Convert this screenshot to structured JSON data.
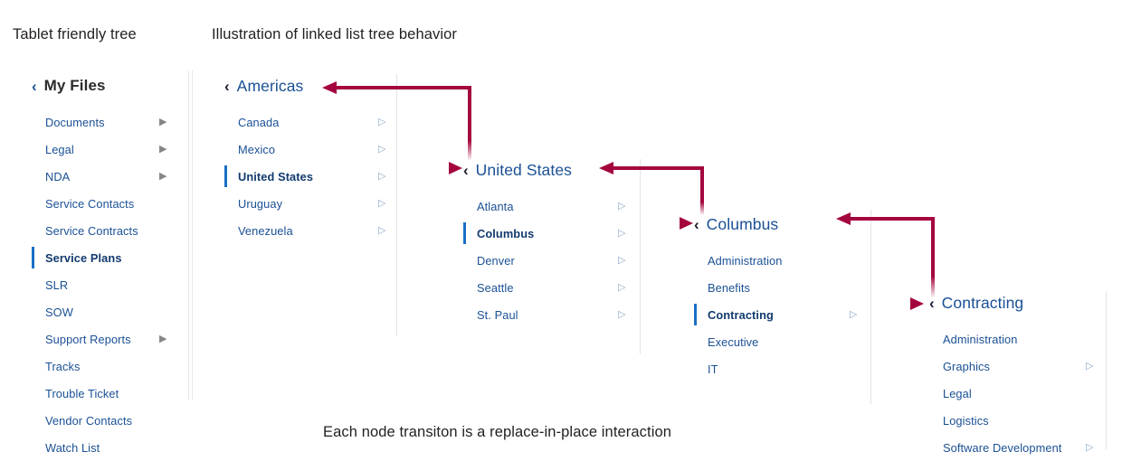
{
  "headings": {
    "left": "Tablet friendly tree",
    "right": "Illustration of linked list tree behavior",
    "bottom": "Each node transiton is a replace-in-place interaction"
  },
  "colors": {
    "link_blue": "#1a5095",
    "selection_bar": "#1a6fc4",
    "arrow_crimson": "#a5053f",
    "divider": "#dfe5ea",
    "heading_dark": "#231f20"
  },
  "icons": {
    "back_chevron": "‹",
    "disclosure_outline": "▷",
    "disclosure_solid": "▶"
  },
  "columns": [
    {
      "id": "my-files",
      "header": "My Files",
      "header_style": "dark",
      "items": [
        {
          "label": "Documents",
          "chevron": "solid",
          "selected": false
        },
        {
          "label": "Legal",
          "chevron": "solid",
          "selected": false
        },
        {
          "label": "NDA",
          "chevron": "solid",
          "selected": false
        },
        {
          "label": "Service Contacts",
          "chevron": "none",
          "selected": false
        },
        {
          "label": "Service Contracts",
          "chevron": "none",
          "selected": false
        },
        {
          "label": "Service Plans",
          "chevron": "none",
          "selected": true
        },
        {
          "label": "SLR",
          "chevron": "none",
          "selected": false
        },
        {
          "label": "SOW",
          "chevron": "none",
          "selected": false
        },
        {
          "label": "Support Reports",
          "chevron": "solid",
          "selected": false
        },
        {
          "label": "Tracks",
          "chevron": "none",
          "selected": false
        },
        {
          "label": "Trouble Ticket",
          "chevron": "none",
          "selected": false
        },
        {
          "label": "Vendor Contacts",
          "chevron": "none",
          "selected": false
        },
        {
          "label": "Watch List",
          "chevron": "none",
          "selected": false
        }
      ]
    },
    {
      "id": "americas",
      "header": "Americas",
      "header_style": "link",
      "items": [
        {
          "label": "Canada",
          "chevron": "outline",
          "selected": false
        },
        {
          "label": "Mexico",
          "chevron": "outline",
          "selected": false
        },
        {
          "label": "United States",
          "chevron": "outline",
          "selected": true
        },
        {
          "label": "Uruguay",
          "chevron": "outline",
          "selected": false
        },
        {
          "label": "Venezuela",
          "chevron": "outline",
          "selected": false
        }
      ]
    },
    {
      "id": "united-states",
      "header": "United States",
      "header_style": "link",
      "items": [
        {
          "label": "Atlanta",
          "chevron": "outline",
          "selected": false
        },
        {
          "label": "Columbus",
          "chevron": "outline",
          "selected": true
        },
        {
          "label": "Denver",
          "chevron": "outline",
          "selected": false
        },
        {
          "label": "Seattle",
          "chevron": "outline",
          "selected": false
        },
        {
          "label": "St. Paul",
          "chevron": "outline",
          "selected": false
        }
      ]
    },
    {
      "id": "columbus",
      "header": "Columbus",
      "header_style": "link",
      "items": [
        {
          "label": "Administration",
          "chevron": "none",
          "selected": false
        },
        {
          "label": "Benefits",
          "chevron": "none",
          "selected": false
        },
        {
          "label": "Contracting",
          "chevron": "outline",
          "selected": true
        },
        {
          "label": "Executive",
          "chevron": "none",
          "selected": false
        },
        {
          "label": "IT",
          "chevron": "none",
          "selected": false
        }
      ]
    },
    {
      "id": "contracting",
      "header": "Contracting",
      "header_style": "link",
      "items": [
        {
          "label": "Administration",
          "chevron": "none",
          "selected": false
        },
        {
          "label": "Graphics",
          "chevron": "outline",
          "selected": false
        },
        {
          "label": "Legal",
          "chevron": "none",
          "selected": false
        },
        {
          "label": "Logistics",
          "chevron": "none",
          "selected": false
        },
        {
          "label": "Software Development",
          "chevron": "outline",
          "selected": false
        }
      ]
    }
  ]
}
